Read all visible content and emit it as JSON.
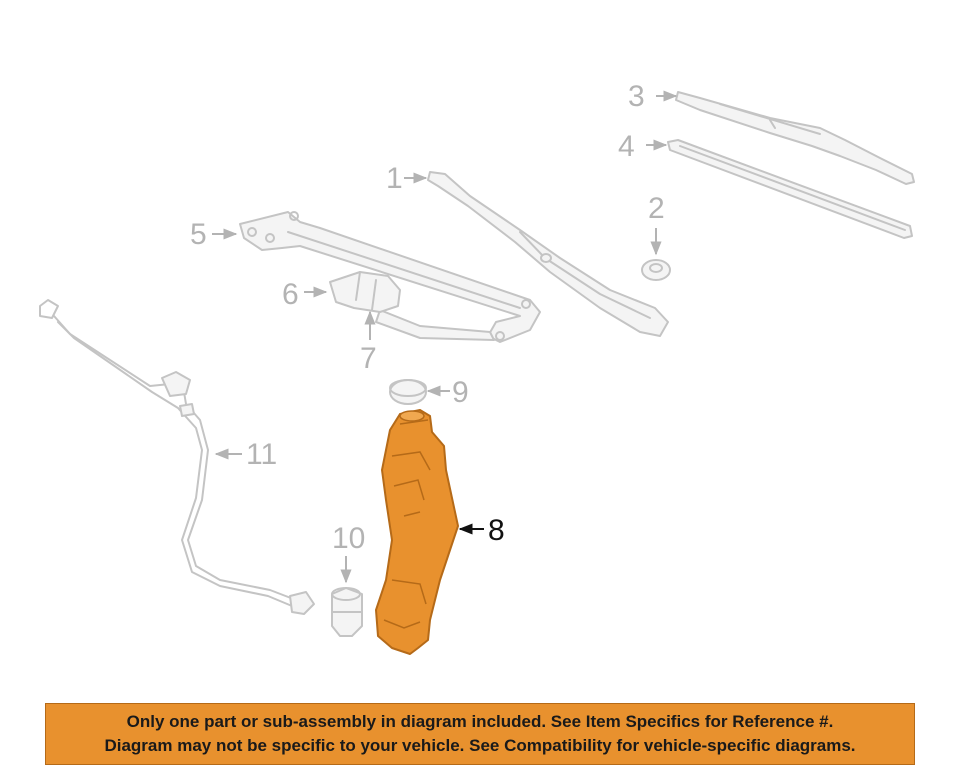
{
  "callouts": {
    "c1": "1",
    "c2": "2",
    "c3": "3",
    "c4": "4",
    "c5": "5",
    "c6": "6",
    "c7": "7",
    "c8": "8",
    "c9": "9",
    "c10": "10",
    "c11": "11"
  },
  "highlight_color": "#e8912e",
  "banner": {
    "line1": "Only one part or sub-assembly in diagram included. See Item Specifics for Reference #.",
    "line2": "Diagram may not be specific to your vehicle. See Compatibility for vehicle-specific diagrams."
  }
}
